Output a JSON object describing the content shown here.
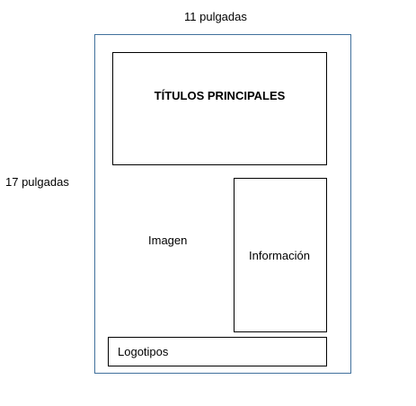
{
  "dimensions": {
    "width_label": "11 pulgadas",
    "height_label": "17 pulgadas"
  },
  "layout": {
    "titles": "TÍTULOS PRINCIPALES",
    "image": "Imagen",
    "info": "Información",
    "logos": "Logotipos"
  },
  "colors": {
    "page_border": "#41719c",
    "box_border": "#000000"
  }
}
